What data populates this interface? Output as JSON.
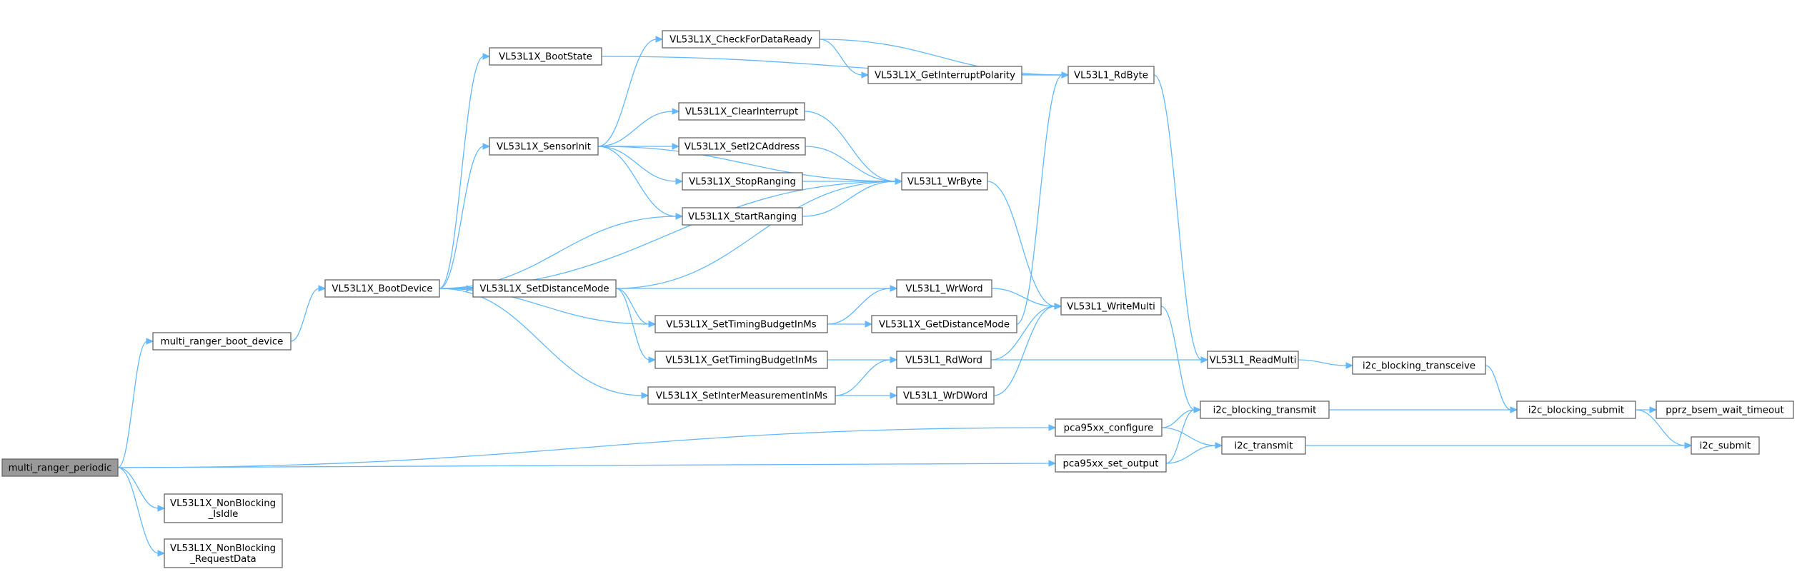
{
  "graph": {
    "edge_color": "#63b8ff",
    "root_fill": "#999999",
    "nodes": [
      {
        "id": "mrp",
        "lines": [
          "multi_ranger_periodic"
        ],
        "root": true
      },
      {
        "id": "mrbd",
        "lines": [
          "multi_ranger_boot_device"
        ]
      },
      {
        "id": "nbidle",
        "lines": [
          "VL53L1X_NonBlocking",
          "_IsIdle"
        ]
      },
      {
        "id": "nbreq",
        "lines": [
          "VL53L1X_NonBlocking",
          "_RequestData"
        ]
      },
      {
        "id": "boot",
        "lines": [
          "VL53L1X_BootDevice"
        ]
      },
      {
        "id": "bstate",
        "lines": [
          "VL53L1X_BootState"
        ]
      },
      {
        "id": "sinit",
        "lines": [
          "VL53L1X_SensorInit"
        ]
      },
      {
        "id": "sdm",
        "lines": [
          "VL53L1X_SetDistanceMode"
        ]
      },
      {
        "id": "stb",
        "lines": [
          "VL53L1X_SetTimingBudgetInMs"
        ]
      },
      {
        "id": "gtb",
        "lines": [
          "VL53L1X_GetTimingBudgetInMs"
        ]
      },
      {
        "id": "sim",
        "lines": [
          "VL53L1X_SetInterMeasurementInMs"
        ]
      },
      {
        "id": "cfdr",
        "lines": [
          "VL53L1X_CheckForDataReady"
        ]
      },
      {
        "id": "clri",
        "lines": [
          "VL53L1X_ClearInterrupt"
        ]
      },
      {
        "id": "si2c",
        "lines": [
          "VL53L1X_SetI2CAddress"
        ]
      },
      {
        "id": "stop",
        "lines": [
          "VL53L1X_StopRanging"
        ]
      },
      {
        "id": "start",
        "lines": [
          "VL53L1X_StartRanging"
        ]
      },
      {
        "id": "gip",
        "lines": [
          "VL53L1X_GetInterruptPolarity"
        ]
      },
      {
        "id": "rdbyte",
        "lines": [
          "VL53L1_RdByte"
        ]
      },
      {
        "id": "wrbyte",
        "lines": [
          "VL53L1_WrByte"
        ]
      },
      {
        "id": "wrword",
        "lines": [
          "VL53L1_WrWord"
        ]
      },
      {
        "id": "gdm",
        "lines": [
          "VL53L1X_GetDistanceMode"
        ]
      },
      {
        "id": "rdword",
        "lines": [
          "VL53L1_RdWord"
        ]
      },
      {
        "id": "wrdword",
        "lines": [
          "VL53L1_WrDWord"
        ]
      },
      {
        "id": "wmulti",
        "lines": [
          "VL53L1_WriteMulti"
        ]
      },
      {
        "id": "rmulti",
        "lines": [
          "VL53L1_ReadMulti"
        ]
      },
      {
        "id": "pcacfg",
        "lines": [
          "pca95xx_configure"
        ]
      },
      {
        "id": "pcaout",
        "lines": [
          "pca95xx_set_output"
        ]
      },
      {
        "id": "i2cbt",
        "lines": [
          "i2c_blocking_transmit"
        ]
      },
      {
        "id": "i2ct",
        "lines": [
          "i2c_transmit"
        ]
      },
      {
        "id": "i2cbtr",
        "lines": [
          "i2c_blocking_transceive"
        ]
      },
      {
        "id": "i2cbs",
        "lines": [
          "i2c_blocking_submit"
        ]
      },
      {
        "id": "pbwt",
        "lines": [
          "pprz_bsem_wait_timeout"
        ]
      },
      {
        "id": "i2cs",
        "lines": [
          "i2c_submit"
        ]
      }
    ],
    "edges": [
      [
        "mrp",
        "mrbd"
      ],
      [
        "mrp",
        "pcacfg"
      ],
      [
        "mrp",
        "pcaout"
      ],
      [
        "mrp",
        "nbidle"
      ],
      [
        "mrp",
        "nbreq"
      ],
      [
        "mrbd",
        "boot"
      ],
      [
        "boot",
        "bstate"
      ],
      [
        "boot",
        "sinit"
      ],
      [
        "boot",
        "sdm"
      ],
      [
        "boot",
        "stb"
      ],
      [
        "boot",
        "sim"
      ],
      [
        "boot",
        "start"
      ],
      [
        "boot",
        "wrbyte"
      ],
      [
        "bstate",
        "rdbyte"
      ],
      [
        "sinit",
        "cfdr"
      ],
      [
        "sinit",
        "clri"
      ],
      [
        "sinit",
        "si2c"
      ],
      [
        "sinit",
        "stop"
      ],
      [
        "sinit",
        "start"
      ],
      [
        "sinit",
        "wrbyte"
      ],
      [
        "cfdr",
        "gip"
      ],
      [
        "cfdr",
        "rdbyte"
      ],
      [
        "gip",
        "rdbyte"
      ],
      [
        "clri",
        "wrbyte"
      ],
      [
        "si2c",
        "wrbyte"
      ],
      [
        "stop",
        "wrbyte"
      ],
      [
        "start",
        "wrbyte"
      ],
      [
        "sdm",
        "wrbyte"
      ],
      [
        "sdm",
        "wrword"
      ],
      [
        "sdm",
        "stb"
      ],
      [
        "sdm",
        "gtb"
      ],
      [
        "stb",
        "wrword"
      ],
      [
        "stb",
        "gdm"
      ],
      [
        "gtb",
        "rdword"
      ],
      [
        "sim",
        "rdword"
      ],
      [
        "sim",
        "wrdword"
      ],
      [
        "gdm",
        "rdbyte"
      ],
      [
        "wrbyte",
        "wmulti"
      ],
      [
        "wrword",
        "wmulti"
      ],
      [
        "rdword",
        "wmulti"
      ],
      [
        "wrdword",
        "wmulti"
      ],
      [
        "rdword",
        "rmulti"
      ],
      [
        "rdbyte",
        "rmulti"
      ],
      [
        "wmulti",
        "i2cbt"
      ],
      [
        "rmulti",
        "i2cbtr"
      ],
      [
        "i2cbtr",
        "i2cbs"
      ],
      [
        "i2cbt",
        "i2cbs"
      ],
      [
        "pcacfg",
        "i2cbt"
      ],
      [
        "pcacfg",
        "i2ct"
      ],
      [
        "pcaout",
        "i2cbt"
      ],
      [
        "pcaout",
        "i2ct"
      ],
      [
        "i2cbs",
        "pbwt"
      ],
      [
        "i2cbs",
        "i2cs"
      ],
      [
        "i2ct",
        "i2cs"
      ]
    ]
  }
}
